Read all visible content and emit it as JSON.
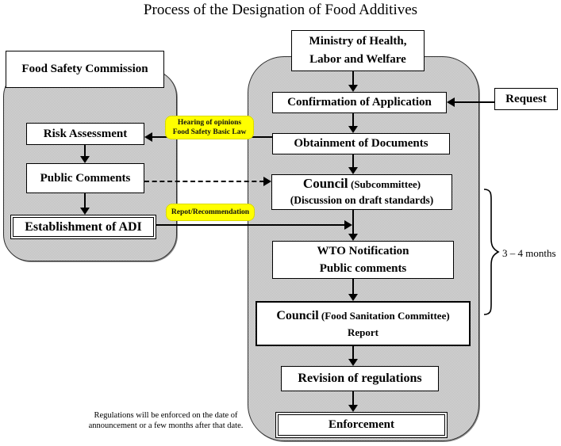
{
  "title": "Process of the Designation of Food Additives",
  "left_panel": {
    "header": "Food Safety Commission",
    "risk_assessment": "Risk Assessment",
    "public_comments": "Public Comments",
    "establishment_adi": "Establishment of ADI"
  },
  "right_panel": {
    "ministry_line1": "Ministry of Health,",
    "ministry_line2": "Labor and Welfare",
    "confirmation": "Confirmation of Application",
    "obtainment": "Obtainment of Documents",
    "council_sub_title": "Council",
    "council_sub_paren": "(Subcommittee)",
    "council_sub_line2": "(Discussion on draft standards)",
    "wto_line1": "WTO Notification",
    "wto_line2": "Public comments",
    "council_fsc_title": "Council",
    "council_fsc_paren": "(Food Sanitation Committee)",
    "council_fsc_line2": "Report",
    "revision": "Revision of regulations",
    "enforcement": "Enforcement"
  },
  "request_label": "Request",
  "callouts": {
    "hearing_line1": "Hearing of opinions",
    "hearing_line2": "Food Safety Basic Law",
    "report": "Repot/Recommendation"
  },
  "duration_label": "3 – 4 months",
  "footnote_line1": "Regulations will be enforced on the date of",
  "footnote_line2": "announcement or  a few months after that date.",
  "colors": {
    "panel_fill": "#c9c9c9",
    "highlight": "#ffff00",
    "box_fill": "#ffffff",
    "line": "#000000"
  }
}
